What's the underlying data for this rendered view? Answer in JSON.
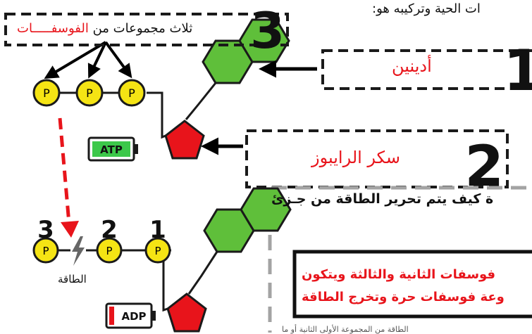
{
  "intro_text": "ات الحية وتركيبه هو:",
  "phosphate_group": {
    "number": "3",
    "label_prefix": "ثلاث مجموعات من",
    "label_highlight": "الفوسفـــــات"
  },
  "adenine": {
    "number": "1",
    "label": "أدينين"
  },
  "ribose": {
    "number": "2",
    "label": "سكر الرايبوز"
  },
  "phosphate_letter": "P",
  "atp_label": "ATP",
  "adp_label": "ADP",
  "release_question": "ة كيف يتم تحرير الطاقة من جـزئ",
  "phosphate_numbers": [
    "3",
    "2",
    "1"
  ],
  "energy_label": "الطاقة",
  "explanation_line1": "فوسفات الثانية والثالثة ويتكون",
  "explanation_line2": "وعة فوسفات حرة وتخرج الطاقة",
  "footnote": "الطاقة  من المجموعة الأولى الثانية أو ما",
  "colors": {
    "adenine_green": "#5fbf3a",
    "ribose_red": "#e8141b",
    "phosphate_yellow": "#f5e414",
    "highlight_red": "#e8141b",
    "dashed_gray": "#a3a3a3"
  }
}
